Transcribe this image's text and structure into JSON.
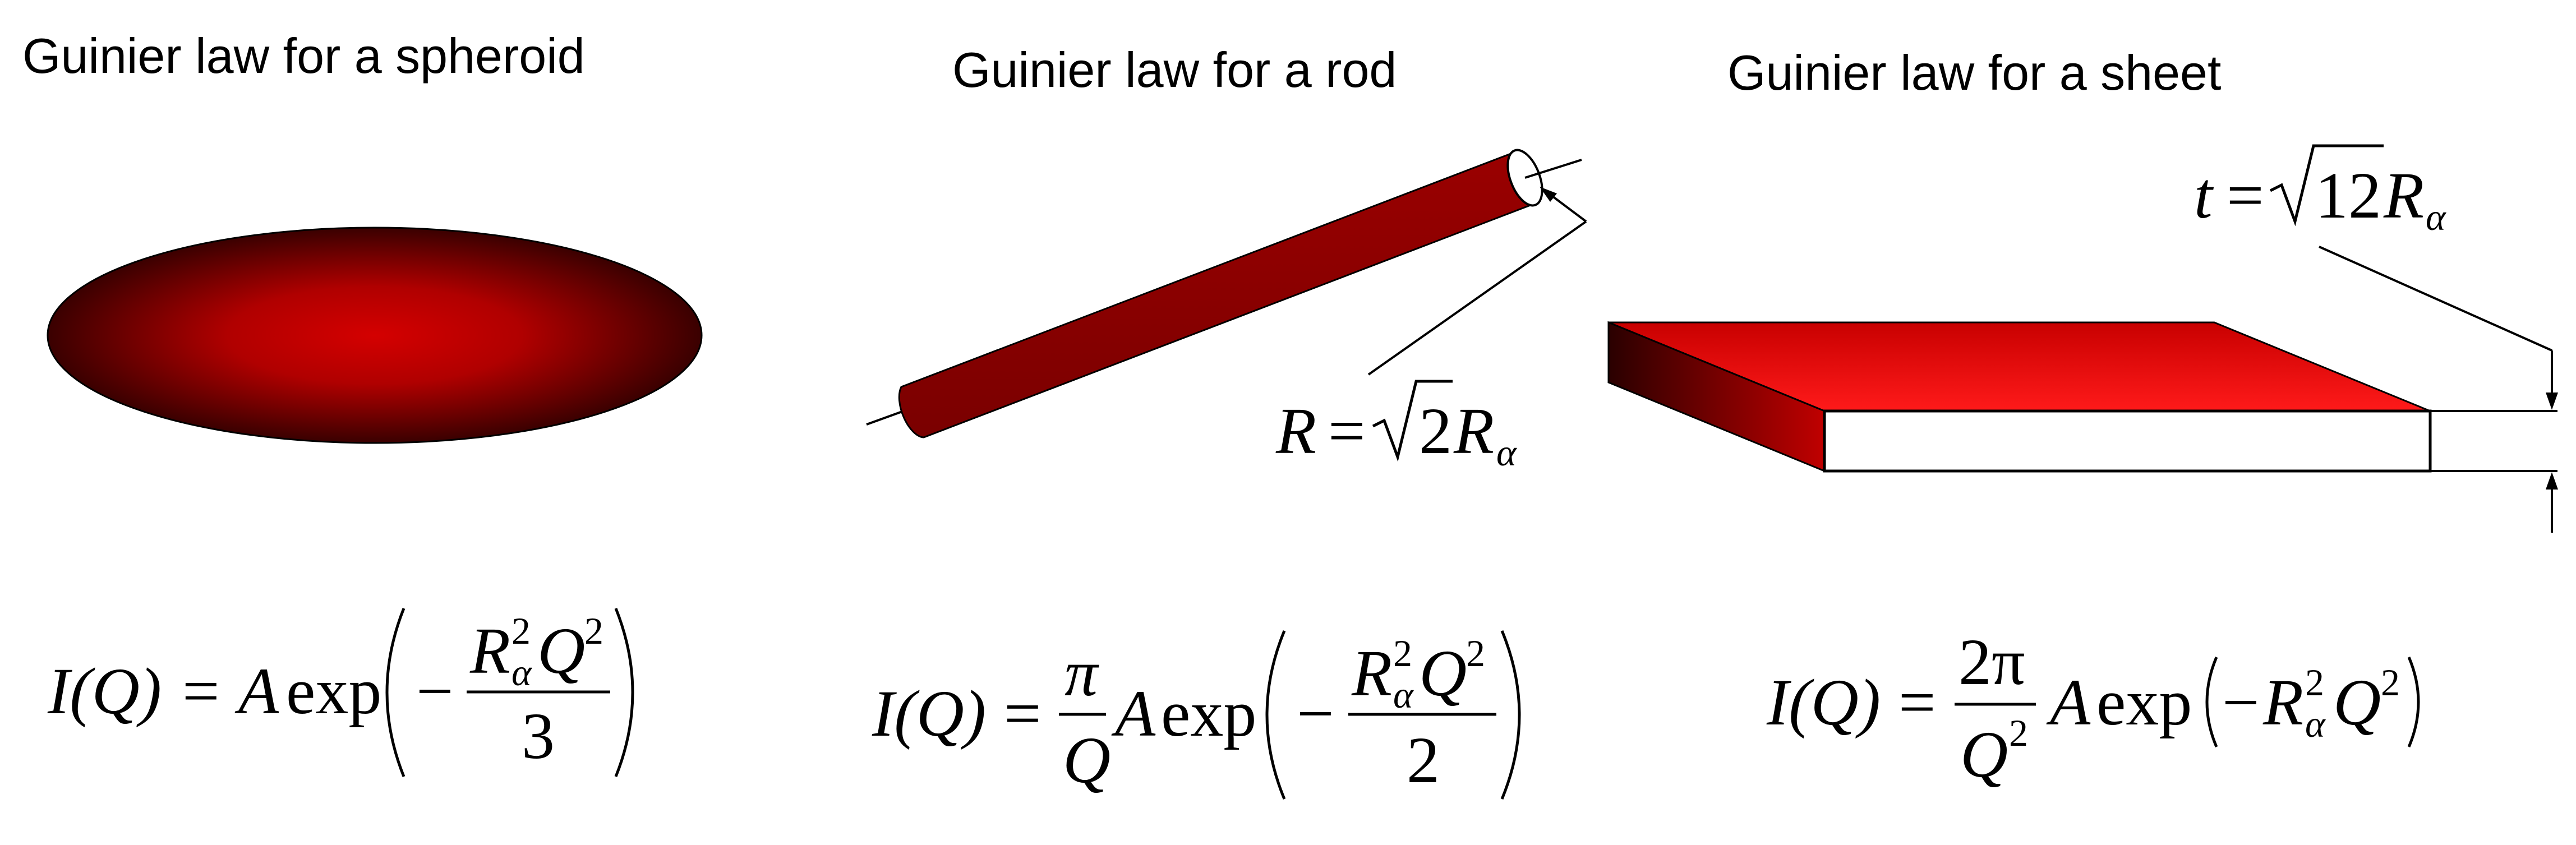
{
  "panels": {
    "spheroid": {
      "title": "Guinier law for a spheroid",
      "formula": {
        "lhs": "I(Q)",
        "eq": "=",
        "coef": "A",
        "func": "exp",
        "minus": "−",
        "num_R": "R",
        "num_sub": "α",
        "num_sup": "2",
        "num_Q": "Q",
        "num_Q_sup": "2",
        "den": "3"
      }
    },
    "rod": {
      "title": "Guinier law for a rod",
      "label": {
        "var": "R",
        "eq": "=",
        "root": "2",
        "R": "R",
        "sub": "α"
      },
      "formula": {
        "lhs": "I(Q)",
        "eq": "=",
        "pi": "π",
        "pi_den": "Q",
        "coef": "A",
        "func": "exp",
        "minus": "−",
        "num_R": "R",
        "num_sub": "α",
        "num_sup": "2",
        "num_Q": "Q",
        "num_Q_sup": "2",
        "den": "2"
      }
    },
    "sheet": {
      "title": "Guinier law for a sheet",
      "label": {
        "var": "t",
        "eq": "=",
        "root": "12",
        "R": "R",
        "sub": "α"
      },
      "formula": {
        "lhs": "I(Q)",
        "eq": "=",
        "pi_num": "2π",
        "den_Q": "Q",
        "den_sup": "2",
        "coef": "A",
        "func": "exp",
        "minus": "−",
        "R": "R",
        "sub": "α",
        "R_sup": "2",
        "Q": "Q",
        "Q_sup": "2"
      }
    }
  },
  "colors": {
    "red": "#cc0000",
    "dark_red": "#3a0000",
    "rod_red": "#8a0000",
    "bright_red": "#ff1a1a"
  }
}
